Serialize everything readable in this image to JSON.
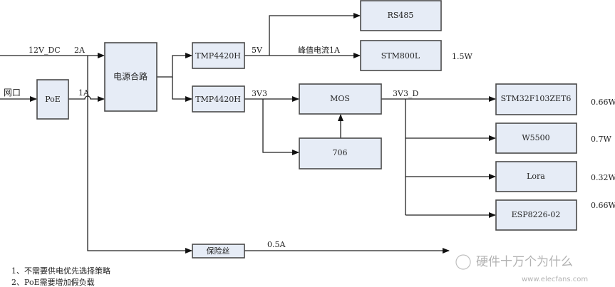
{
  "blocks": {
    "poe": "PoE",
    "combiner": "电源合路",
    "reg5v": "TMP4420H",
    "reg3v3": "TMP4420H",
    "rs485": "RS485",
    "stm800l": "STM800L",
    "mos": "MOS",
    "ic706": "706",
    "stm32": "STM32F103ZET6",
    "w5500": "W5500",
    "lora": "Lora",
    "esp": "ESP8226-02",
    "fuse": "保险丝"
  },
  "labels": {
    "dc_in": "12V_DC",
    "dc_current": "2A",
    "net_port": "网口",
    "poe_current": "1A",
    "v5": "5V",
    "peak_current": "峰值电流1A",
    "v3v3": "3V3",
    "v3v3_d": "3V3_D",
    "fuse_current": "0.5A"
  },
  "power": {
    "stm800l": "1.5W",
    "stm32": "0.66W",
    "w5500": "0.7W",
    "lora": "0.32W",
    "esp": "0.66W"
  },
  "notes": [
    "1、不需要供电优先选择策略",
    "2、PoE需要增加假负载"
  ],
  "watermark": {
    "title": "硬件十万个为什么",
    "site": "www.elecfans.com"
  },
  "colors": {
    "box_fill": "#e6ecf6",
    "line": "#222222"
  }
}
